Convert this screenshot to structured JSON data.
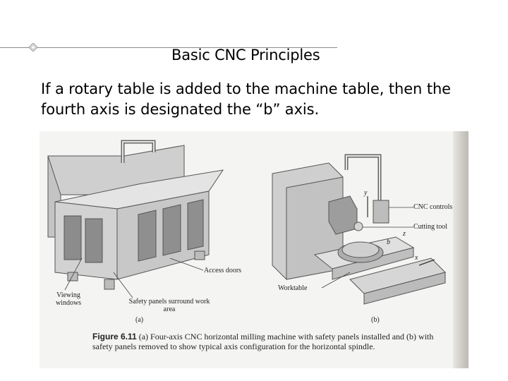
{
  "slide": {
    "title": "Basic CNC Principles",
    "body": "If a rotary table is added to the machine table, then the fourth axis is designated the “b” axis."
  },
  "figure": {
    "labels": {
      "cnc_controls": "CNC controls",
      "cutting_tool": "Cutting tool",
      "access_doors": "Access doors",
      "worktable": "Worktable",
      "viewing_windows": "Viewing windows",
      "safety_panels": "Safety panels surround work area",
      "part_a": "(a)",
      "part_b": "(b)",
      "axis_y": "y",
      "axis_z": "z",
      "axis_x": "x",
      "axis_b": "b"
    },
    "caption_number": "Figure 6.11",
    "caption_text": "(a) Four-axis CNC horizontal milling machine with safety panels installed and (b) with safety panels removed to show typical axis configuration for the horizontal spindle."
  }
}
